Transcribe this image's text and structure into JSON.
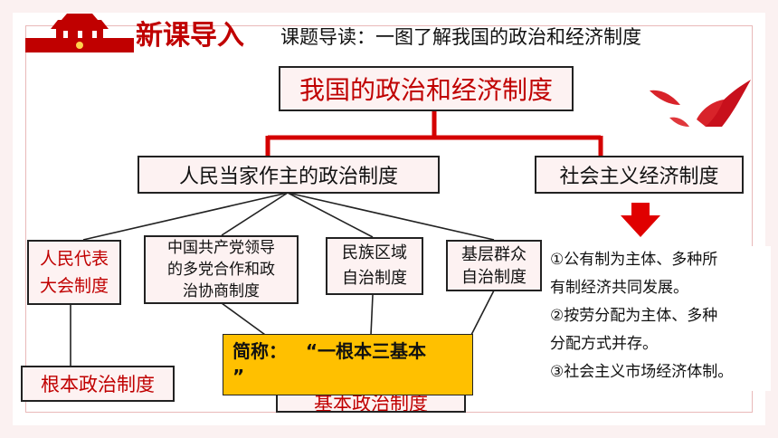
{
  "header": {
    "lesson_title": "新课导入",
    "reading": "课题导读：一图了解我国的政治和经济制度"
  },
  "diagram": {
    "root": "我国的政治和经济制度",
    "political": "人民当家作主的政治制度",
    "economic": "社会主义经济制度",
    "sub1_line1": "人民代表",
    "sub1_line2": "大会制度",
    "sub2_line1": "中国共产党领导",
    "sub2_line2": "的多党合作和政",
    "sub2_line3": "治协商制度",
    "sub3_line1": "民族区域",
    "sub3_line2": "自治制度",
    "sub4_line1": "基层群众",
    "sub4_line2": "自治制度",
    "fundamental": "根本政治制度",
    "basic_partial": "基本政治制度",
    "callout_line1": "简称：   “一根本三基本",
    "callout_line2": "”"
  },
  "economy_points": [
    "①公有制为主体、多种所",
    "有制经济共同发展。",
    "②按劳分配为主体、多种",
    "分配方式并存。",
    "③社会主义市场经济体制。"
  ],
  "colors": {
    "accent": "#c00000",
    "callout": "#ffc000",
    "box_bg": "#fdf2f2"
  }
}
